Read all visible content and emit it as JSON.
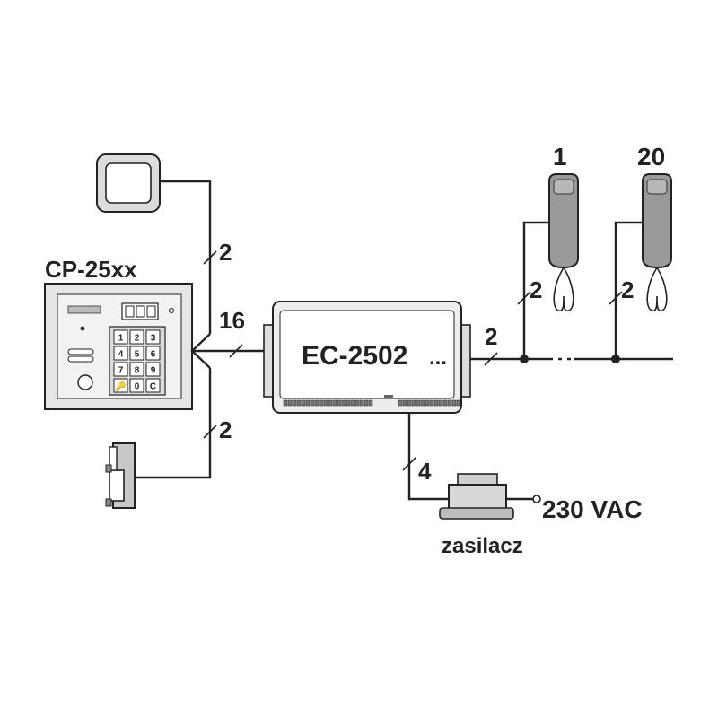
{
  "panel": {
    "label": "CP-25xx",
    "keys": [
      "1",
      "2",
      "3",
      "4",
      "5",
      "6",
      "7",
      "8",
      "9",
      "🔑",
      "0",
      "C"
    ]
  },
  "controller": {
    "label": "EC-2502",
    "ellipsis": "..."
  },
  "handsets": [
    {
      "label": "1"
    },
    {
      "label": "20"
    }
  ],
  "power": {
    "label": "zasilacz",
    "mains_label": "230 VAC"
  },
  "wire_counts": {
    "button": "2",
    "panel_bus": "16",
    "lock": "2",
    "riser": "2",
    "handset_1": "2",
    "handset_20": "2",
    "power": "4"
  },
  "colors": {
    "line": "#222222",
    "device_fill": "#dcdcdc",
    "panel_fill": "#e6e6e6",
    "handset_fill": "#9a9a9a"
  }
}
